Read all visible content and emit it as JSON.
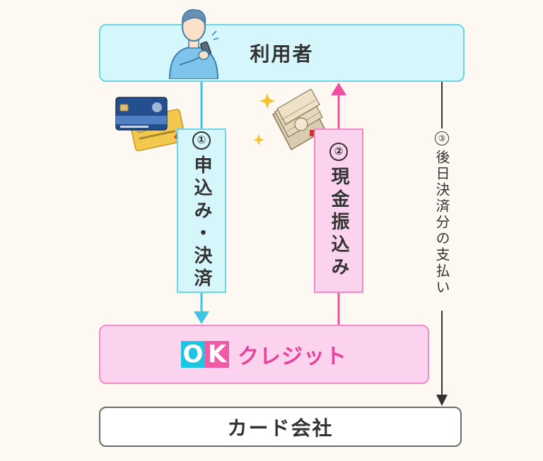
{
  "nodes": {
    "user": "利用者",
    "ok_logo_o": "O",
    "ok_logo_k": "K",
    "ok_name": "クレジット",
    "card_company": "カード会社"
  },
  "flows": [
    {
      "number": "①",
      "label": "申込み・決済"
    },
    {
      "number": "②",
      "label": "現金振込み"
    },
    {
      "number": "③",
      "label": "後日決済分の支払い"
    }
  ],
  "illustrations": {
    "person": "person-with-smartphone-icon",
    "cards": "credit-card-icon",
    "cash": "cash-bills-icon",
    "sparkle": "sparkle-icon"
  },
  "colors": {
    "user_fill": "#d5f6fa",
    "user_border": "#6fd3e3",
    "ok_fill": "#fcd3ee",
    "ok_border": "#f18bc8",
    "arrow_blue": "#3cc6e0",
    "arrow_pink": "#f04fa0",
    "arrow_dark": "#333333",
    "logo_blue": "#1cc6e0",
    "logo_pink": "#f15aa6"
  }
}
